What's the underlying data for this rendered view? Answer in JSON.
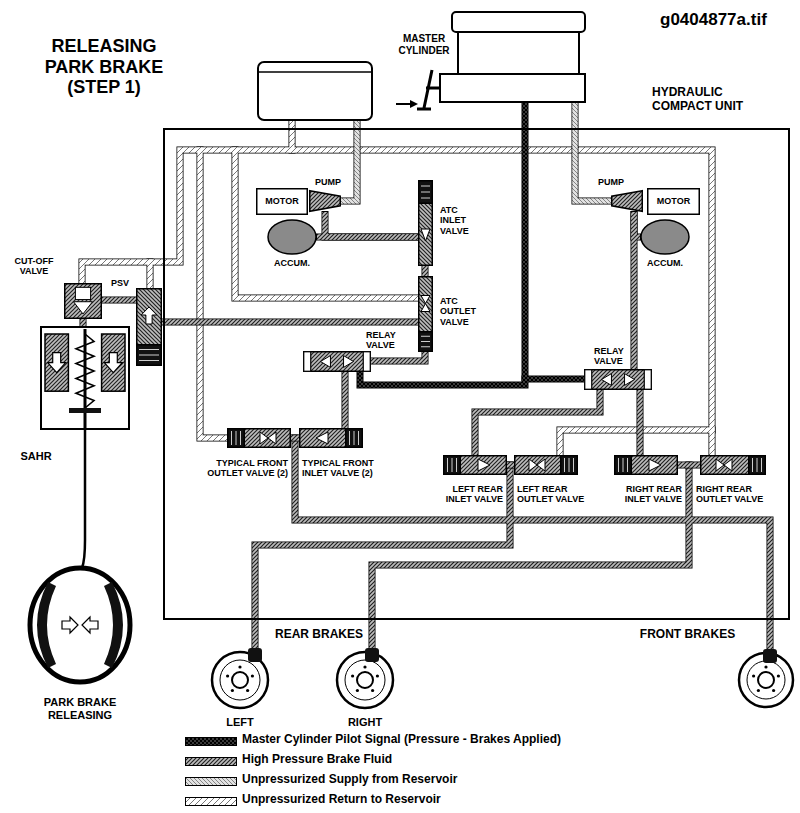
{
  "diagram": {
    "title": "RELEASING PARK BRAKE (STEP 1)",
    "nodes": [
      {
        "text": [
          "HYDRAULIC COMPACT UNIT"
        ]
      },
      {
        "text": [
          "MOTOR"
        ],
        "in": 0
      },
      {
        "text": [
          "PUMP"
        ],
        "in": 0
      },
      {
        "text": [
          "ACCUM."
        ],
        "in": 0
      },
      {
        "text": [
          "ATC INLET VALVE"
        ],
        "in": 0
      },
      {
        "text": [
          "ATC OUTLET VALVE"
        ],
        "in": 0
      },
      {
        "text": [
          "PUMP"
        ],
        "in": 0
      },
      {
        "text": [
          "MOTOR"
        ],
        "in": 0
      },
      {
        "text": [
          "ACCUM."
        ],
        "in": 0
      },
      {
        "text": [
          "RELAY VALVE"
        ],
        "in": 0
      },
      {
        "text": [
          "RELAY VALVE"
        ],
        "in": 0
      },
      {
        "text": [
          "TYPICAL FRONT OUTLET VALVE (2)"
        ],
        "in": 0
      },
      {
        "text": [
          "TYPICAL FRONT INLET VALVE (2)"
        ],
        "in": 0
      },
      {
        "text": [
          "LEFT REAR INLET VALVE"
        ],
        "in": 0
      },
      {
        "text": [
          "LEFT REAR OUTLET VALVE"
        ],
        "in": 0
      },
      {
        "text": [
          "RIGHT REAR INLET VALVE"
        ],
        "in": 0
      },
      {
        "text": [
          "RIGHT REAR OUTLET VALVE"
        ],
        "in": 0
      },
      {
        "text": [
          "CUT-OFF VALVE"
        ]
      },
      {
        "text": [
          "PSV"
        ]
      },
      {
        "text": [
          "SAHR"
        ]
      }
    ],
    "edges": [
      {
        "from": 2,
        "to": 4,
        "arrow": "none"
      },
      {
        "from": 3,
        "to": 4,
        "arrow": "none"
      },
      {
        "from": 4,
        "to": 5,
        "arrow": "none"
      },
      {
        "from": 5,
        "to": 9,
        "arrow": "none"
      },
      {
        "from": 18,
        "to": 5,
        "arrow": "none"
      },
      {
        "from": 11,
        "to": 12,
        "arrow": "none"
      },
      {
        "from": 9,
        "to": 12,
        "arrow": "none"
      },
      {
        "from": 10,
        "to": 13,
        "arrow": "none"
      },
      {
        "from": 10,
        "to": 15,
        "arrow": "none"
      },
      {
        "from": 6,
        "to": 10,
        "arrow": "none"
      },
      {
        "from": 8,
        "to": 6,
        "arrow": "none"
      },
      {
        "from": 13,
        "to": 14,
        "arrow": "none"
      },
      {
        "from": 15,
        "to": 16,
        "arrow": "none"
      },
      {
        "from": 17,
        "to": 18,
        "arrow": "none"
      },
      {
        "from": 17,
        "to": 19,
        "arrow": "none"
      }
    ],
    "labels": [
      "g0404877a.tif",
      "MASTER CYLINDER",
      "REAR BRAKES",
      "FRONT BRAKES",
      "LEFT",
      "RIGHT",
      "PARK BRAKE RELEASING"
    ],
    "legend": [
      {
        "text": "Master Cylinder Pilot Signal (Pressure - Brakes Applied)"
      },
      {
        "text": "High Pressure Brake Fluid"
      },
      {
        "text": "Unpressurized Supply from Reservoir"
      },
      {
        "text": "Unpressurized Return to Reservoir"
      }
    ]
  }
}
